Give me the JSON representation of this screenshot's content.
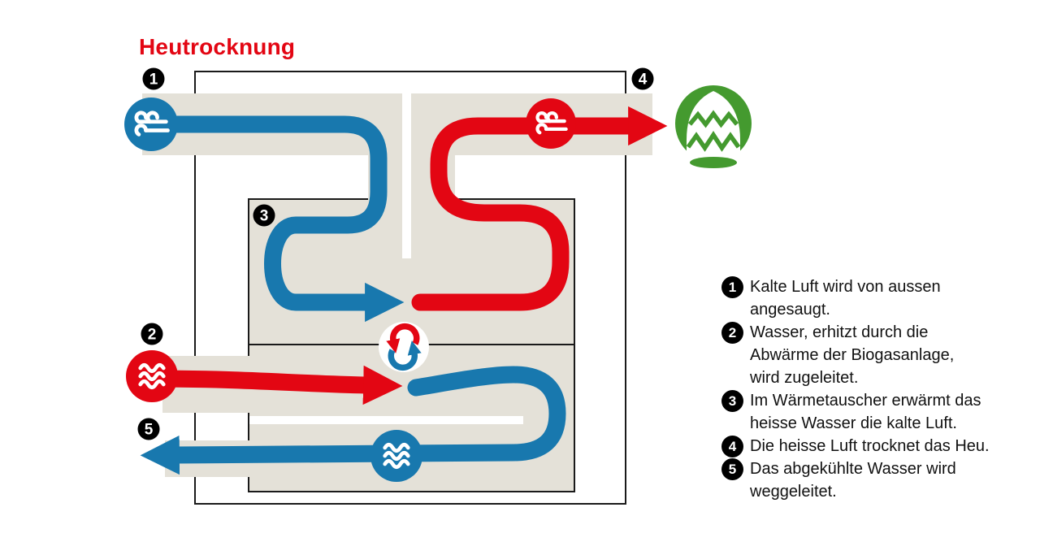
{
  "title": "Heutrocknung",
  "colors": {
    "accent_red": "#e30613",
    "accent_blue": "#1878ae",
    "duct_beige": "#e4e1d8",
    "hay_green": "#449a2f",
    "badge_black": "#000000"
  },
  "diagram": {
    "badges": [
      {
        "num": "1"
      },
      {
        "num": "2"
      },
      {
        "num": "3"
      },
      {
        "num": "4"
      },
      {
        "num": "5"
      }
    ],
    "icons": [
      "cold-air-wind-icon",
      "hot-air-wind-icon",
      "hot-water-waves-icon",
      "cold-water-waves-icon",
      "heat-exchange-icon",
      "haystack-icon"
    ]
  },
  "legend": {
    "items": [
      {
        "num": "1",
        "lines": [
          "Kalte Luft wird von aussen",
          "angesaugt."
        ]
      },
      {
        "num": "2",
        "lines": [
          "Wasser, erhitzt durch die",
          "Abwärme der Biogasanlage,",
          "wird zugeleitet."
        ]
      },
      {
        "num": "3",
        "lines": [
          "Im Wärmetauscher erwärmt das",
          "heisse Wasser die kalte Luft."
        ]
      },
      {
        "num": "4",
        "lines": [
          "Die heisse Luft trocknet das Heu."
        ]
      },
      {
        "num": "5",
        "lines": [
          "Das abgekühlte Wasser wird",
          "weggeleitet."
        ]
      }
    ]
  }
}
